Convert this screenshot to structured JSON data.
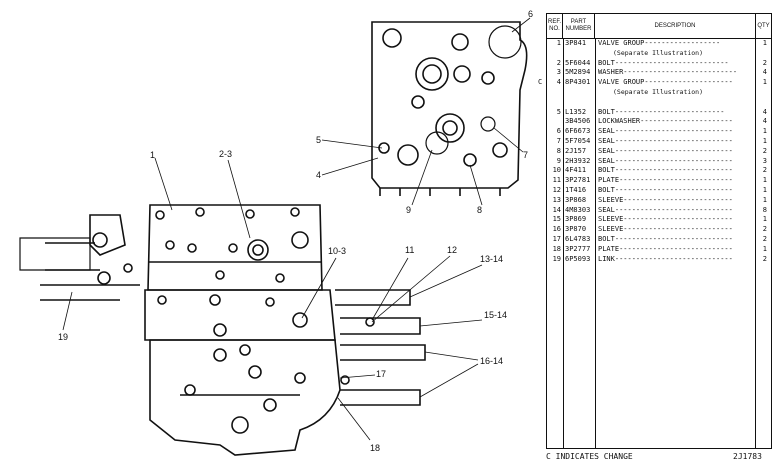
{
  "table": {
    "headers": {
      "ref": "REF. NO.",
      "part": "PART NUMBER",
      "desc": "DESCRIPTION",
      "qty": "QTY"
    },
    "rows": [
      {
        "chg": "",
        "ref": "1",
        "part": "3P841",
        "desc": "VALVE GROUP------------------",
        "qty": "1"
      },
      {
        "chg": "",
        "ref": "",
        "part": "",
        "desc": "(Separate Illustration)",
        "qty": "",
        "sub": true
      },
      {
        "chg": "",
        "ref": "2",
        "part": "5F6044",
        "desc": "BOLT---------------------------",
        "qty": "2"
      },
      {
        "chg": "",
        "ref": "3",
        "part": "5M2894",
        "desc": "WASHER---------------------------",
        "qty": "4"
      },
      {
        "chg": "C",
        "ref": "4",
        "part": "8P4301",
        "desc": "VALVE GROUP---------------------",
        "qty": "1"
      },
      {
        "chg": "",
        "ref": "",
        "part": "",
        "desc": "(Separate Illustration)",
        "qty": "",
        "sub": true
      },
      {
        "chg": "",
        "ref": "",
        "part": "",
        "desc": "",
        "qty": ""
      },
      {
        "chg": "",
        "ref": "5",
        "part": "L1352",
        "desc": "BOLT--------------------------",
        "qty": "4"
      },
      {
        "chg": "",
        "ref": "",
        "part": "3B4506",
        "desc": "LOCKWASHER----------------------",
        "qty": "4"
      },
      {
        "chg": "",
        "ref": "6",
        "part": "6F6673",
        "desc": "SEAL----------------------------",
        "qty": "1"
      },
      {
        "chg": "",
        "ref": "7",
        "part": "5F7054",
        "desc": "SEAL----------------------------",
        "qty": "1"
      },
      {
        "chg": "",
        "ref": "8",
        "part": "2J157",
        "desc": "SEAL----------------------------",
        "qty": "2"
      },
      {
        "chg": "",
        "ref": "9",
        "part": "2H3932",
        "desc": "SEAL----------------------------",
        "qty": "3"
      },
      {
        "chg": "",
        "ref": "10",
        "part": "4F411",
        "desc": "BOLT----------------------------",
        "qty": "2"
      },
      {
        "chg": "",
        "ref": "11",
        "part": "3P2781",
        "desc": "PLATE---------------------------",
        "qty": "1"
      },
      {
        "chg": "",
        "ref": "12",
        "part": "1T416",
        "desc": "BOLT----------------------------",
        "qty": "1"
      },
      {
        "chg": "",
        "ref": "13",
        "part": "3P868",
        "desc": "SLEEVE--------------------------",
        "qty": "1"
      },
      {
        "chg": "",
        "ref": "14",
        "part": "4M8303",
        "desc": "SEAL----------------------------",
        "qty": "8"
      },
      {
        "chg": "",
        "ref": "15",
        "part": "3P869",
        "desc": "SLEEVE--------------------------",
        "qty": "1"
      },
      {
        "chg": "",
        "ref": "16",
        "part": "3P870",
        "desc": "SLEEVE--------------------------",
        "qty": "2"
      },
      {
        "chg": "",
        "ref": "17",
        "part": "6L4783",
        "desc": "BOLT----------------------------",
        "qty": "2"
      },
      {
        "chg": "",
        "ref": "18",
        "part": "3P2777",
        "desc": "PLATE---------------------------",
        "qty": "1"
      },
      {
        "chg": "",
        "ref": "19",
        "part": "6P5093",
        "desc": "LINK----------------------------",
        "qty": "2"
      }
    ]
  },
  "footer": {
    "note": "C INDICATES CHANGE",
    "code": "2J1783"
  },
  "callouts": {
    "c1": "1",
    "c2": "2-3",
    "c3": "6",
    "c4": "5",
    "c5": "4",
    "c6": "7",
    "c7": "9",
    "c8": "8",
    "c9": "10-3",
    "c10": "11",
    "c11": "12",
    "c12": "13-14",
    "c13": "15-14",
    "c14": "16-14",
    "c15": "17",
    "c16": "18",
    "c17": "19"
  }
}
